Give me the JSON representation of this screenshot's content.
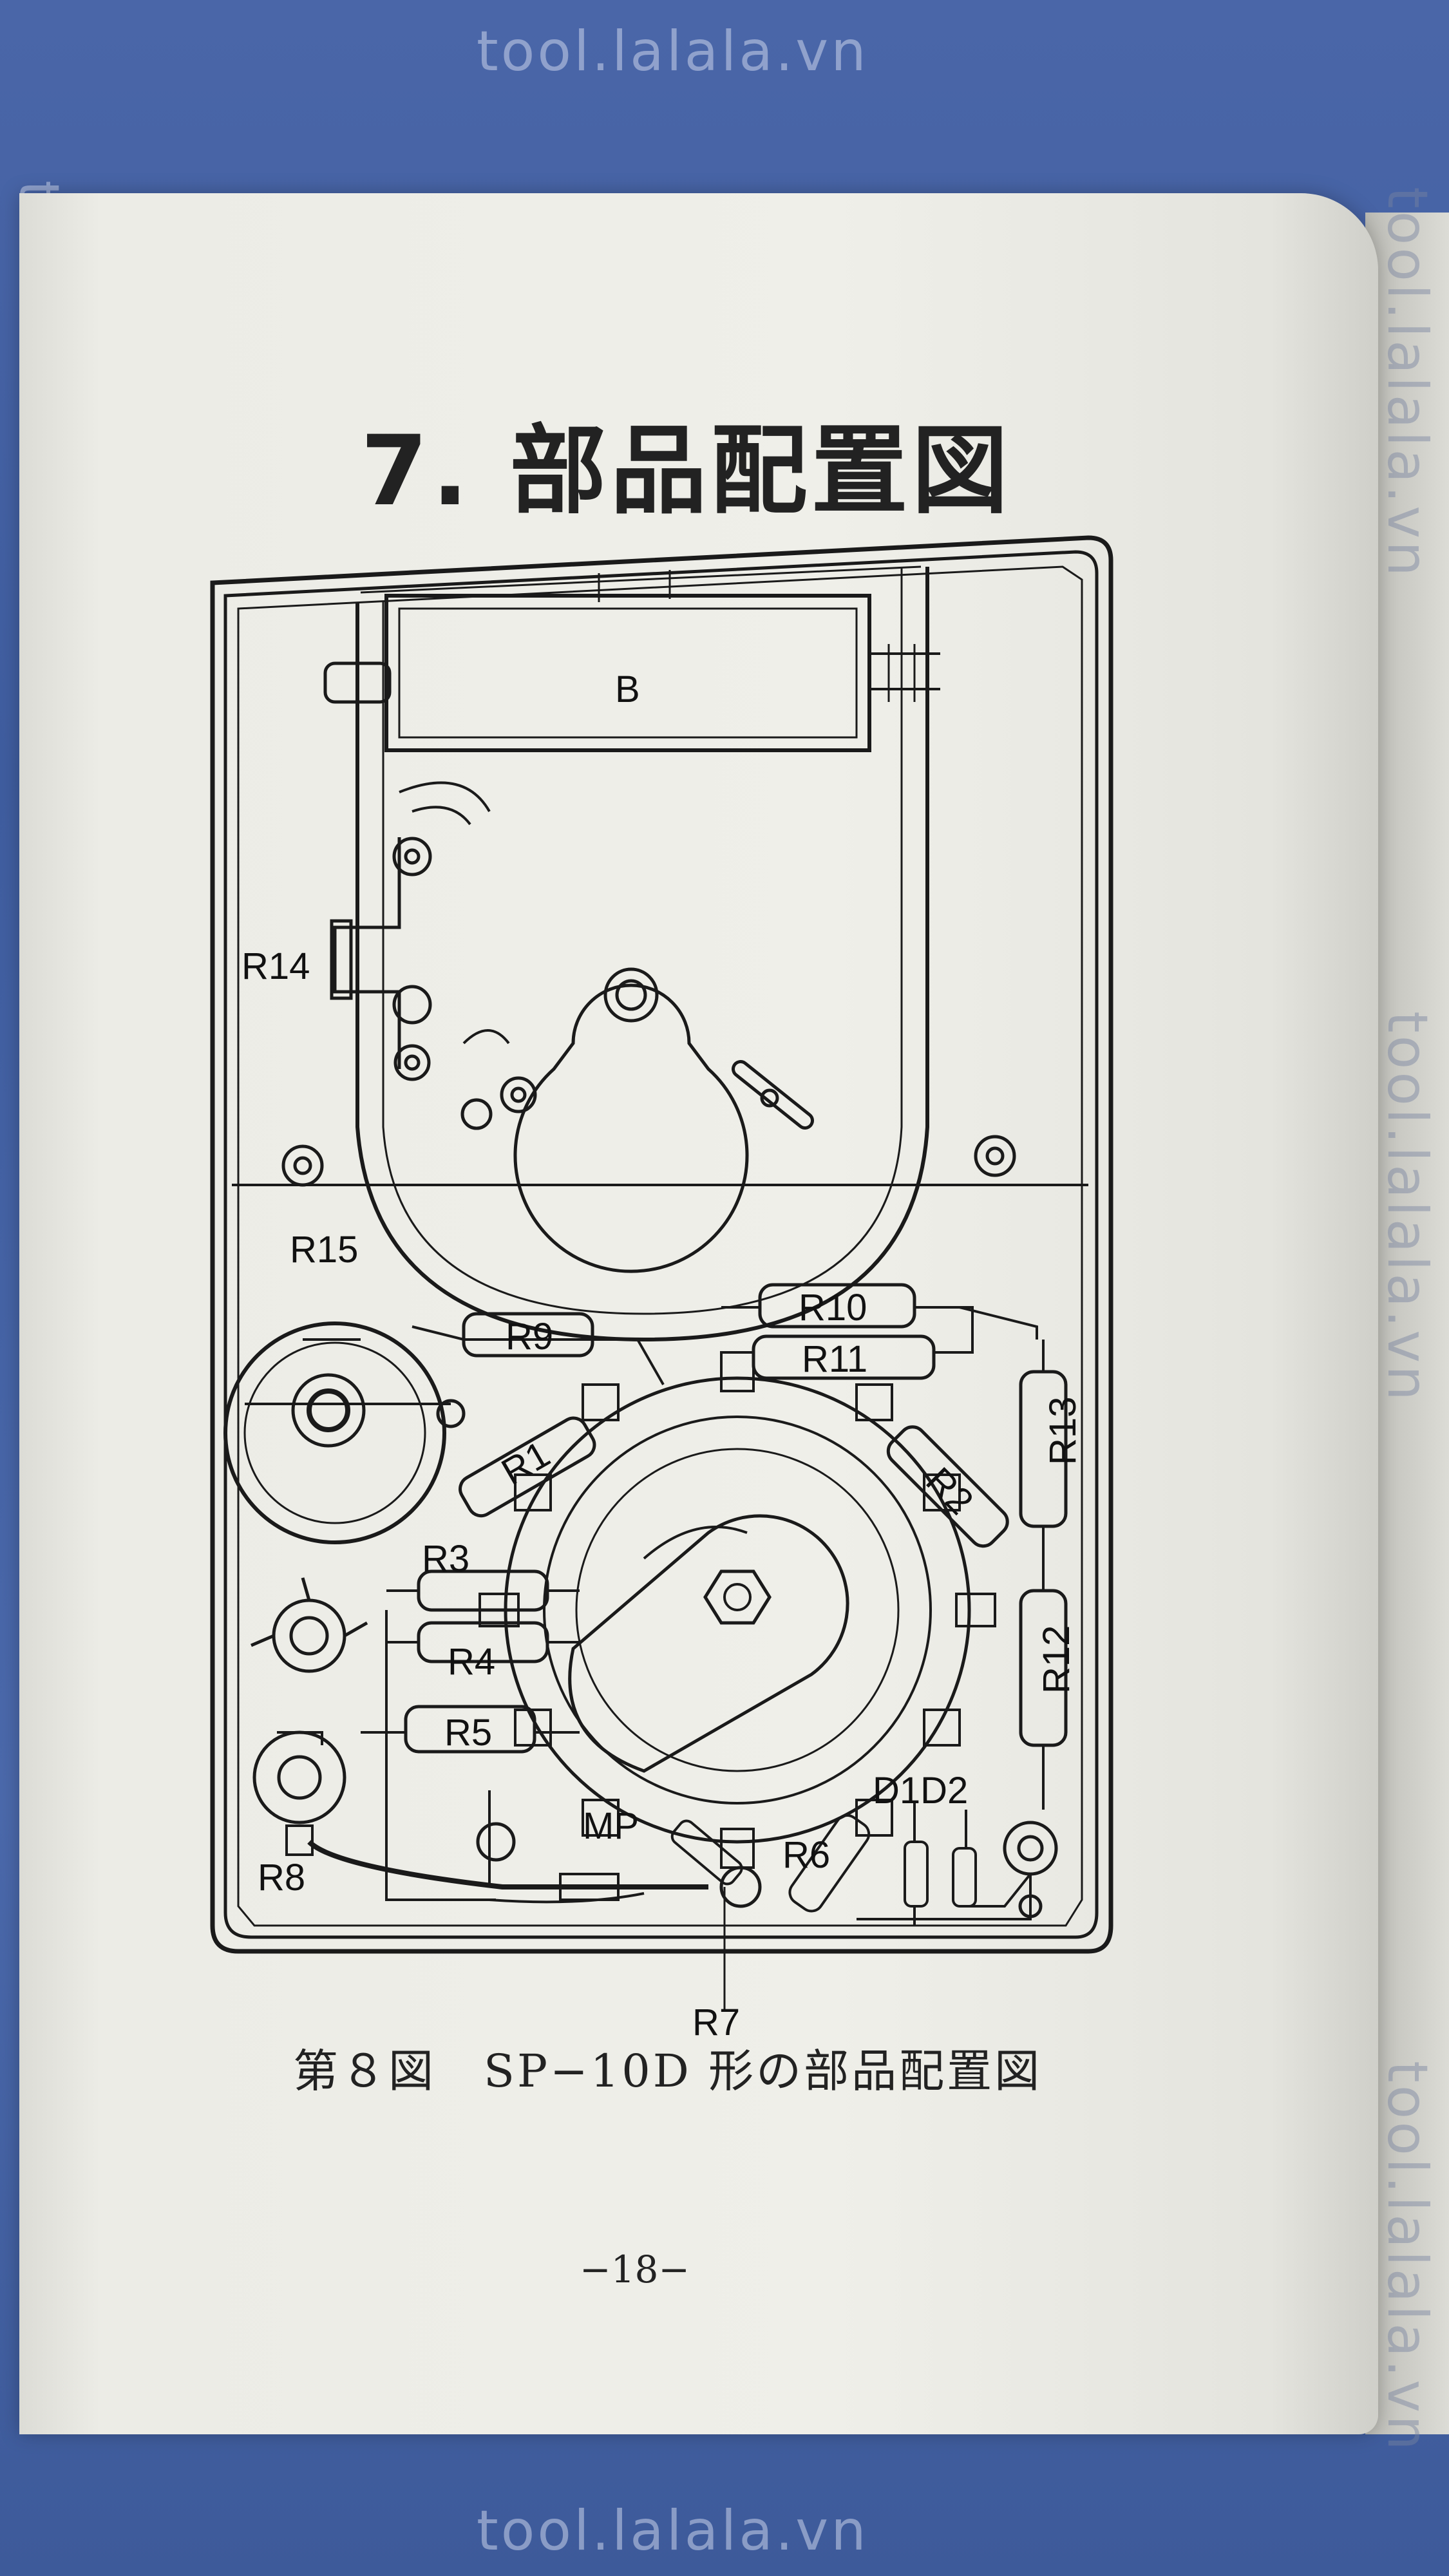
{
  "watermark": "tool.lalala.vn",
  "page": {
    "title": "7. 部品配置図",
    "caption": "第８図　SP−10D 形の部品配置図",
    "page_number": "−18−"
  },
  "diagram": {
    "labels": {
      "battery": "B",
      "r14": "R14",
      "r15": "R15",
      "r9": "R9",
      "r10": "R10",
      "r11": "R11",
      "r1": "R1",
      "r2": "R2",
      "r13": "R13",
      "r3": "R3",
      "r4": "R4",
      "r5": "R5",
      "r12": "R12",
      "d1d2": "D1D2",
      "mp": "MP",
      "r6": "R6",
      "r7": "R7",
      "r8": "R8"
    }
  },
  "colors": {
    "background": "#4a66a8",
    "paper": "#efefe9",
    "ink": "#222222"
  }
}
